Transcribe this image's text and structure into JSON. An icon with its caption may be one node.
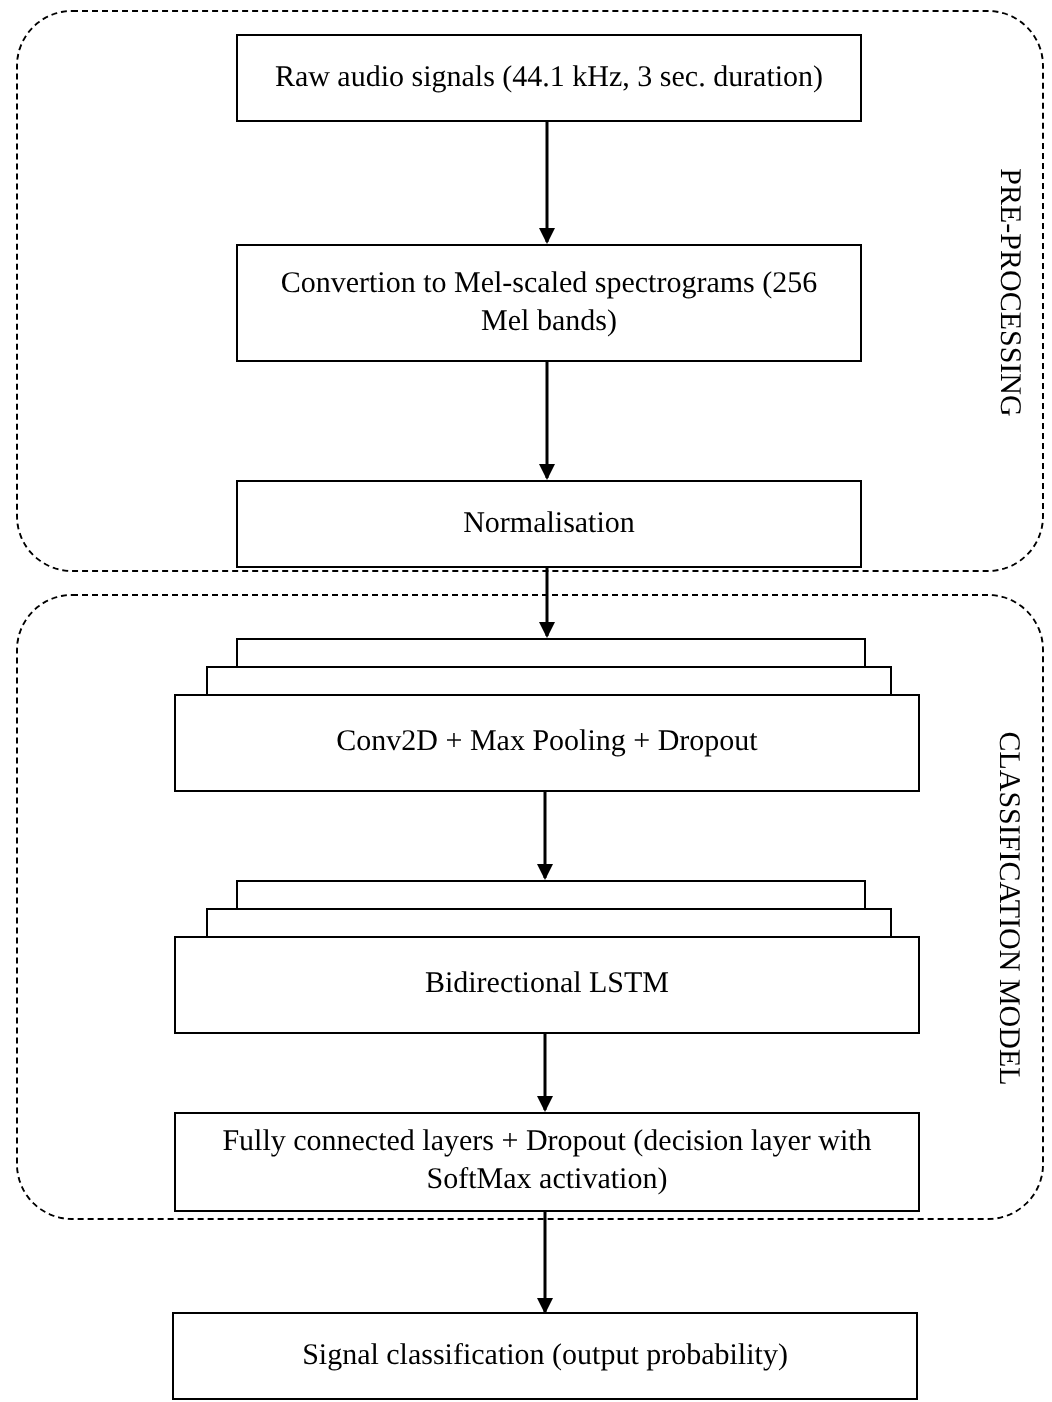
{
  "diagram": {
    "nodes": [
      {
        "text": [
          "PRE-PROCESSING"
        ]
      },
      {
        "text": [
          "Raw audio signals (44.1 kHz, 3 sec. duration)"
        ],
        "in": 0
      },
      {
        "text": [
          "Convertion to Mel-scaled spectrograms (256 Mel bands)"
        ],
        "in": 0
      },
      {
        "text": [
          "Normalisation"
        ],
        "in": 0
      },
      {
        "text": [
          "CLASSIFICATION MODEL"
        ]
      },
      {
        "text": [],
        "shape": "box",
        "in": 4
      },
      {
        "text": [],
        "shape": "box",
        "in": 4
      },
      {
        "text": [
          "Conv2D + Max Pooling + Dropout"
        ],
        "in": 4
      },
      {
        "text": [],
        "shape": "box",
        "in": 4
      },
      {
        "text": [],
        "shape": "box",
        "in": 4
      },
      {
        "text": [
          "Bidirectional LSTM"
        ],
        "in": 4
      },
      {
        "text": [
          "Fully connected layers + Dropout (decision layer with SoftMax activation)"
        ],
        "in": 4
      },
      {
        "text": [
          "Signal classification (output probability)"
        ]
      }
    ],
    "edges": [
      {
        "from": 1,
        "to": 2,
        "arrow": "to"
      },
      {
        "from": 2,
        "to": 3,
        "arrow": "to"
      },
      {
        "from": 3,
        "to": 5,
        "arrow": "to"
      },
      {
        "from": 7,
        "to": 8,
        "arrow": "to"
      },
      {
        "from": 10,
        "to": 11,
        "arrow": "to"
      },
      {
        "from": 11,
        "to": 12,
        "arrow": "to"
      }
    ]
  }
}
